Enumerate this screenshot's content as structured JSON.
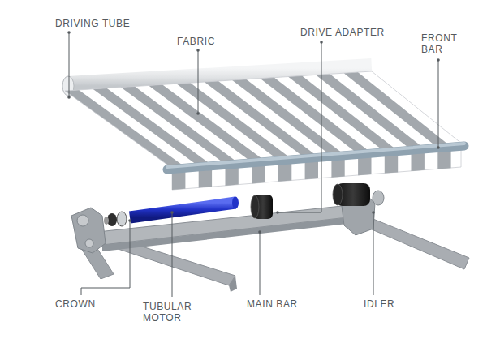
{
  "diagram": {
    "labels": [
      "DRIVING TUBE",
      "FABRIC",
      "DRIVE ADAPTER",
      "FRONT BAR",
      "CROWN",
      "TUBULAR MOTOR",
      "MAIN BAR",
      "IDLER"
    ]
  }
}
